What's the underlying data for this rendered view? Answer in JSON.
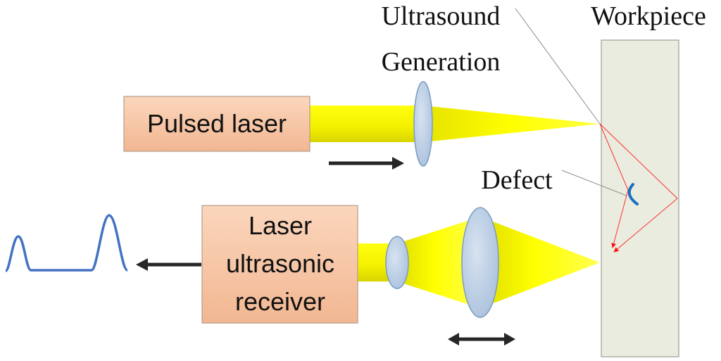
{
  "labels": {
    "ultrasound_line1": "Ultrasound",
    "ultrasound_line2": "Generation",
    "workpiece": "Workpiece",
    "defect": "Defect",
    "pulsed_laser": "Pulsed laser",
    "receiver_line1": "Laser",
    "receiver_line2": "ultrasonic",
    "receiver_line3": "receiver"
  },
  "colors": {
    "box_fill_top": "#fbd4b8",
    "box_fill_bottom": "#f3b894",
    "box_stroke": "#b89a86",
    "beam": "#ffff00",
    "beam_shadow": "#d4d000",
    "lens_fill": "#b9cde3",
    "lens_stroke": "#7b9cc0",
    "workpiece_fill": "#e8ecdf",
    "workpiece_stroke": "#9aa08f",
    "ray": "#ff2020",
    "defect": "#1a6fc0",
    "signal": "#4472c4",
    "arrow": "#262626"
  }
}
